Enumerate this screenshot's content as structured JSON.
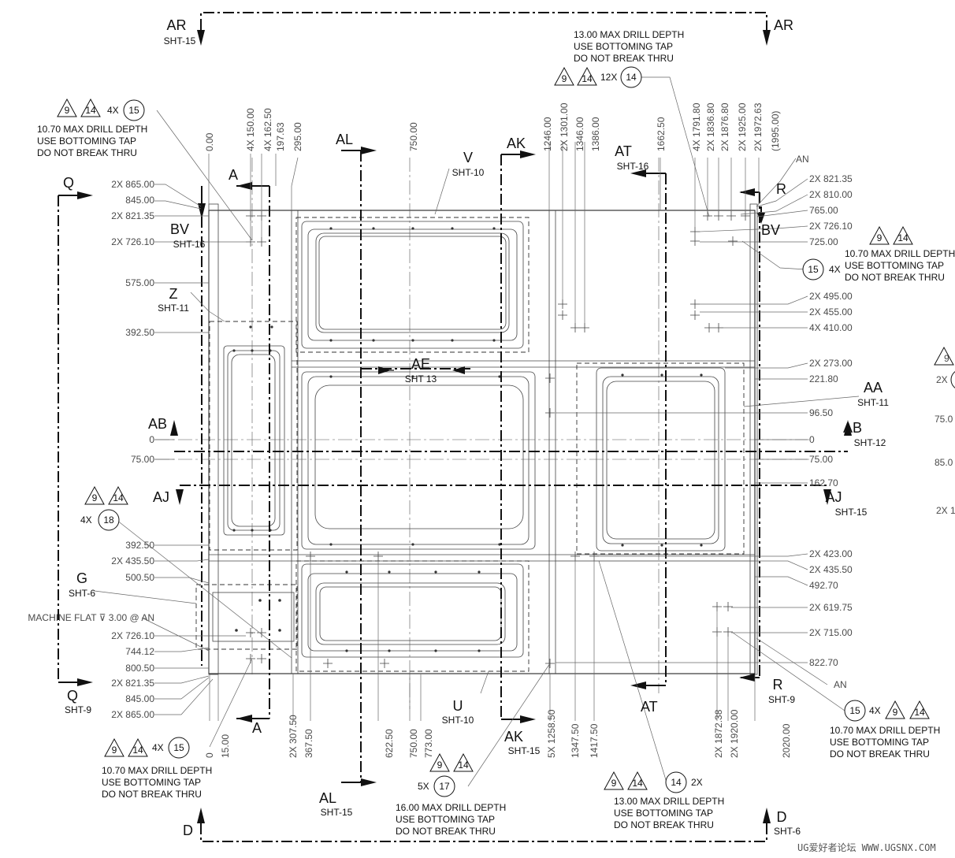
{
  "sections": [
    {
      "id": "ar_l",
      "letter": "AR",
      "sheet": "SHT-15"
    },
    {
      "id": "ar_r",
      "letter": "AR",
      "sheet": ""
    },
    {
      "id": "d_l",
      "letter": "D",
      "sheet": ""
    },
    {
      "id": "d_r",
      "letter": "D",
      "sheet": "SHT-6"
    },
    {
      "id": "q_t",
      "letter": "Q",
      "sheet": ""
    },
    {
      "id": "q_b",
      "letter": "Q",
      "sheet": "SHT-9"
    },
    {
      "id": "a_t",
      "letter": "A",
      "sheet": ""
    },
    {
      "id": "a_b",
      "letter": "A",
      "sheet": ""
    },
    {
      "id": "bv_l",
      "letter": "BV",
      "sheet": "SHT-16"
    },
    {
      "id": "bv_r",
      "letter": "BV",
      "sheet": ""
    },
    {
      "id": "al_t",
      "letter": "AL",
      "sheet": ""
    },
    {
      "id": "al_b",
      "letter": "AL",
      "sheet": "SHT-15"
    },
    {
      "id": "ak_t",
      "letter": "AK",
      "sheet": ""
    },
    {
      "id": "ak_b",
      "letter": "AK",
      "sheet": "SHT-15"
    },
    {
      "id": "at_t",
      "letter": "AT",
      "sheet": "SHT-16"
    },
    {
      "id": "at_b",
      "letter": "AT",
      "sheet": ""
    },
    {
      "id": "r_t",
      "letter": "R",
      "sheet": ""
    },
    {
      "id": "r_b",
      "letter": "R",
      "sheet": "SHT-9"
    },
    {
      "id": "ab_l",
      "letter": "AB",
      "sheet": ""
    },
    {
      "id": "ab_r",
      "letter": "AB",
      "sheet": "SHT-12"
    },
    {
      "id": "aj_l",
      "letter": "AJ",
      "sheet": ""
    },
    {
      "id": "aj_r",
      "letter": "AJ",
      "sheet": "SHT-15"
    }
  ],
  "details": [
    {
      "id": "v",
      "letter": "V",
      "sheet": "SHT-10"
    },
    {
      "id": "z",
      "letter": "Z",
      "sheet": "SHT-11"
    },
    {
      "id": "ae",
      "letter": "AE",
      "sheet": "SHT 13"
    },
    {
      "id": "aa",
      "letter": "AA",
      "sheet": "SHT-11"
    },
    {
      "id": "g",
      "letter": "G",
      "sheet": "SHT-6"
    },
    {
      "id": "u",
      "letter": "U",
      "sheet": "SHT-10"
    }
  ],
  "left_dims": [
    {
      "id": "l1",
      "text": "2X 865.00"
    },
    {
      "id": "l2",
      "text": "845.00"
    },
    {
      "id": "l3",
      "text": "2X 821.35"
    },
    {
      "id": "l4",
      "text": "2X 726.10"
    },
    {
      "id": "l5",
      "text": "575.00"
    },
    {
      "id": "l6",
      "text": "392.50"
    },
    {
      "id": "l7",
      "text": "0"
    },
    {
      "id": "l8",
      "text": "75.00"
    },
    {
      "id": "l9",
      "text": "392.50"
    },
    {
      "id": "l10",
      "text": "2X 435.50"
    },
    {
      "id": "l11",
      "text": "500.50"
    },
    {
      "id": "l12",
      "text": "MACHINE FLAT ⊽ 3.00 @ AN"
    },
    {
      "id": "l13",
      "text": "2X 726.10"
    },
    {
      "id": "l14",
      "text": "744.12"
    },
    {
      "id": "l15",
      "text": "800.50"
    },
    {
      "id": "l16",
      "text": "2X 821.35"
    },
    {
      "id": "l17",
      "text": "845.00"
    },
    {
      "id": "l18",
      "text": "2X 865.00"
    }
  ],
  "right_dims": [
    {
      "id": "r1",
      "text": "AN"
    },
    {
      "id": "r2",
      "text": "2X 821.35"
    },
    {
      "id": "r3",
      "text": "2X 810.00"
    },
    {
      "id": "r4",
      "text": "765.00"
    },
    {
      "id": "r5",
      "text": "2X 726.10"
    },
    {
      "id": "r6",
      "text": "725.00"
    },
    {
      "id": "r7",
      "text": "2X 495.00"
    },
    {
      "id": "r8",
      "text": "2X 455.00"
    },
    {
      "id": "r9",
      "text": "4X 410.00"
    },
    {
      "id": "r10",
      "text": "2X 273.00"
    },
    {
      "id": "r11",
      "text": "221.80"
    },
    {
      "id": "r12",
      "text": "96.50"
    },
    {
      "id": "r13",
      "text": "0"
    },
    {
      "id": "r14",
      "text": "75.00"
    },
    {
      "id": "r15",
      "text": "162.70"
    },
    {
      "id": "r16",
      "text": "2X 423.00"
    },
    {
      "id": "r17",
      "text": "2X 435.50"
    },
    {
      "id": "r18",
      "text": "492.70"
    },
    {
      "id": "r19",
      "text": "2X 619.75"
    },
    {
      "id": "r20",
      "text": "2X 715.00"
    },
    {
      "id": "r21",
      "text": "822.70"
    },
    {
      "id": "r22",
      "text": "AN"
    }
  ],
  "top_dims": [
    {
      "id": "t1",
      "text": "0.00"
    },
    {
      "id": "t2",
      "text": "4X 150.00"
    },
    {
      "id": "t3",
      "text": "4X 162.50"
    },
    {
      "id": "t4",
      "text": "197.63"
    },
    {
      "id": "t5",
      "text": "295.00"
    },
    {
      "id": "t6",
      "text": "750.00"
    },
    {
      "id": "t7",
      "text": "1246.00"
    },
    {
      "id": "t8",
      "text": "2X 1301.00"
    },
    {
      "id": "t9",
      "text": "1346.00"
    },
    {
      "id": "t10",
      "text": "1386.00"
    },
    {
      "id": "t11",
      "text": "1662.50"
    },
    {
      "id": "t12",
      "text": "4X 1791.80"
    },
    {
      "id": "t13",
      "text": "2X 1836.80"
    },
    {
      "id": "t14",
      "text": "2X 1876.80"
    },
    {
      "id": "t15",
      "text": "2X 1925.00"
    },
    {
      "id": "t16",
      "text": "2X 1972.63"
    },
    {
      "id": "t17",
      "text": "(1995.00)"
    }
  ],
  "bottom_dims": [
    {
      "id": "b1",
      "text": "0"
    },
    {
      "id": "b2",
      "text": "15.00"
    },
    {
      "id": "b3",
      "text": "2X 307.50"
    },
    {
      "id": "b4",
      "text": "367.50"
    },
    {
      "id": "b5",
      "text": "622.50"
    },
    {
      "id": "b6",
      "text": "750.00"
    },
    {
      "id": "b7",
      "text": "773.00"
    },
    {
      "id": "b8",
      "text": "5X 1258.50"
    },
    {
      "id": "b9",
      "text": "1347.50"
    },
    {
      "id": "b10",
      "text": "1417.50"
    },
    {
      "id": "b11",
      "text": "2X 1872.38"
    },
    {
      "id": "b12",
      "text": "2X 1920.00"
    },
    {
      "id": "b13",
      "text": "2020.00"
    }
  ],
  "callouts": [
    {
      "id": "c_tr",
      "qty": "12X",
      "num": "14",
      "tri_a": "9",
      "tri_b": "14",
      "lines": [
        "13.00 MAX DRILL DEPTH",
        "USE BOTTOMING TAP",
        "DO NOT BREAK THRU"
      ]
    },
    {
      "id": "c_tl",
      "qty": "4X",
      "num": "15",
      "tri_a": "9",
      "tri_b": "14",
      "lines": [
        "10.70 MAX DRILL DEPTH",
        "USE BOTTOMING TAP",
        "DO NOT BREAK THRU"
      ]
    },
    {
      "id": "c_r1",
      "qty": "4X",
      "num": "15",
      "tri_a": "9",
      "tri_b": "14",
      "lines": [
        "10.70 MAX DRILL DEPTH",
        "USE BOTTOMING TAP",
        "DO NOT BREAK THRU"
      ]
    },
    {
      "id": "c_l18",
      "qty": "4X",
      "num": "18",
      "tri_a": "9",
      "tri_b": "14",
      "lines": []
    },
    {
      "id": "c_bl",
      "qty": "4X",
      "num": "15",
      "tri_a": "9",
      "tri_b": "14",
      "lines": [
        "10.70 MAX DRILL DEPTH",
        "USE BOTTOMING TAP",
        "DO NOT BREAK THRU"
      ]
    },
    {
      "id": "c_b17",
      "qty": "5X",
      "num": "17",
      "tri_a": "9",
      "tri_b": "14",
      "lines": [
        "16.00 MAX DRILL DEPTH",
        "USE BOTTOMING TAP",
        "DO NOT BREAK THRU"
      ]
    },
    {
      "id": "c_b14",
      "qty": "2X",
      "num": "14",
      "tri_a": "9",
      "tri_b": "14",
      "lines": [
        "13.00 MAX DRILL DEPTH",
        "USE BOTTOMING TAP",
        "DO NOT BREAK THRU"
      ]
    },
    {
      "id": "c_br",
      "qty": "4X",
      "num": "15",
      "tri_a": "9",
      "tri_b": "14",
      "lines": [
        "10.70 MAX DRILL DEPTH",
        "USE BOTTOMING TAP",
        "DO NOT BREAK THRU"
      ]
    }
  ],
  "edge_fragments": [
    {
      "id": "e1",
      "text": "9"
    },
    {
      "id": "e2",
      "text": "2X"
    },
    {
      "id": "e3",
      "text": "75.0"
    },
    {
      "id": "e4",
      "text": "85.0"
    },
    {
      "id": "e5",
      "text": "2X 1"
    }
  ],
  "watermark": "UG爱好者论坛 WWW.UGSNX.COM"
}
